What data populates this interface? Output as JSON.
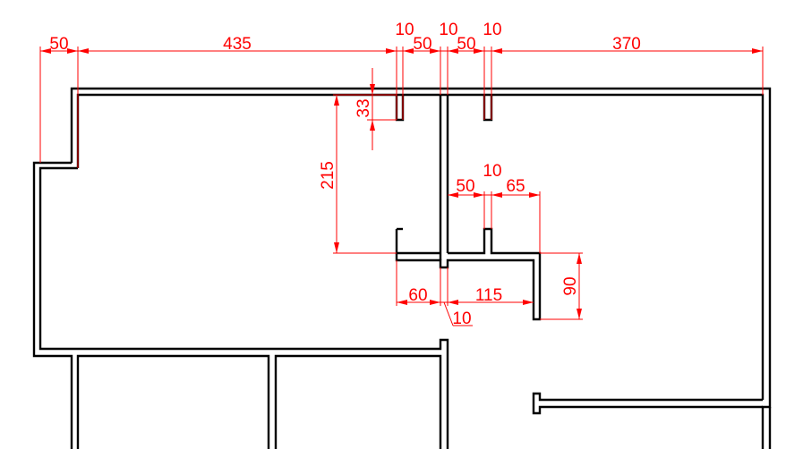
{
  "drawing": {
    "line_color": "#000000",
    "dimension_color": "#ff0000",
    "background": "#ffffff"
  },
  "dims": {
    "left_offset": "50",
    "left_room_width": "435",
    "wall_a": "10",
    "gap_a": "50",
    "center_wall": "10",
    "gap_b": "50",
    "wall_b": "10",
    "right_room_width": "370",
    "stub_height": "33",
    "opening_height": "215",
    "lower_gap": "50",
    "lower_wall": "10",
    "lower_right": "65",
    "bottom_left": "60",
    "bottom_right": "115",
    "bottom_wall": "10",
    "drop_height": "90"
  }
}
